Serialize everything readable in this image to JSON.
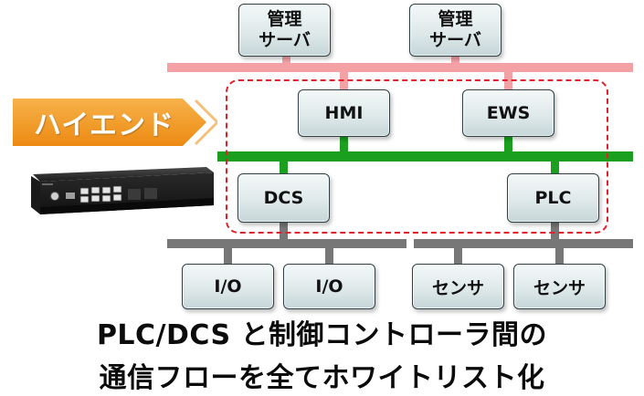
{
  "nodes": {
    "mgmt_server_1": [
      "管理",
      "サーバ"
    ],
    "mgmt_server_2": [
      "管理",
      "サーバ"
    ],
    "hmi": "HMI",
    "ews": "EWS",
    "dcs": "DCS",
    "plc": "PLC",
    "io_1": "I/O",
    "io_2": "I/O",
    "sensor_1": "センサ",
    "sensor_2": "センサ"
  },
  "tag": {
    "label": "ハイエンド",
    "color": "#f39a1f"
  },
  "caption": {
    "line1": "PLC/DCS と制御コントローラ間の",
    "line2": "通信フローを全てホワイトリスト化"
  },
  "colors": {
    "management_bus": "#f4a1a6",
    "control_bus": "#1aa01e",
    "field_bus": "#777777",
    "highlight_border": "#e0202a"
  },
  "device_image": "network-switch-icon"
}
